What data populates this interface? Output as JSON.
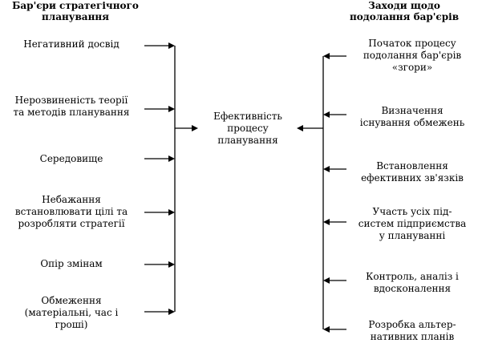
{
  "headers": {
    "left": [
      "Бар'єри стратегічного",
      "планування"
    ],
    "right": [
      "Заходи щодо",
      "подолання бар'єрів"
    ]
  },
  "left_items": [
    {
      "lines": [
        "Негативний досвід"
      ]
    },
    {
      "lines": [
        "Нерозвиненість теорії",
        "та методів планування"
      ]
    },
    {
      "lines": [
        "Середовище"
      ]
    },
    {
      "lines": [
        "Небажання",
        "встановлювати цілі та",
        "розробляти стратегії"
      ]
    },
    {
      "lines": [
        "Опір змінам"
      ]
    },
    {
      "lines": [
        "Обмеження",
        "(матеріальні, час і",
        "гроші)"
      ]
    }
  ],
  "center": {
    "lines": [
      "Ефективність",
      "процесу",
      "планування"
    ]
  },
  "right_items": [
    {
      "lines": [
        "Початок процесу",
        "подолання бар'єрів",
        "«згори»"
      ]
    },
    {
      "lines": [
        "Визначення",
        "існування обмежень"
      ]
    },
    {
      "lines": [
        "Встановлення",
        "ефективних зв'язків"
      ]
    },
    {
      "lines": [
        "Участь усіх під-",
        "систем підприємства",
        "у плануванні"
      ]
    },
    {
      "lines": [
        "Контроль, аналіз і",
        "вдосконалення"
      ]
    },
    {
      "lines": [
        "Розробка альтер-",
        "нативних планів"
      ]
    }
  ]
}
